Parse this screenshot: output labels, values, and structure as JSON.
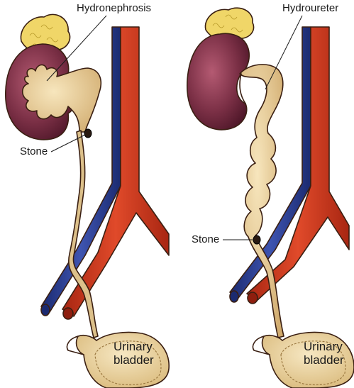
{
  "labels": {
    "hydronephrosis": "Hydronephrosis",
    "hydroureter": "Hydroureter",
    "stone_left": "Stone",
    "stone_right": "Stone",
    "bladder_left_line1": "Urinary",
    "bladder_left_line2": "bladder",
    "bladder_right_line1": "Urinary",
    "bladder_right_line2": "bladder"
  },
  "colors": {
    "kidney": "#7a2f45",
    "renal_pelvis": "#e2c490",
    "ureter": "#dcc08a",
    "fat": "#f0d668",
    "artery": "#d23a1e",
    "vein": "#2c3e8f",
    "bladder": "#e6cf9a",
    "stone": "#2a1a12"
  }
}
